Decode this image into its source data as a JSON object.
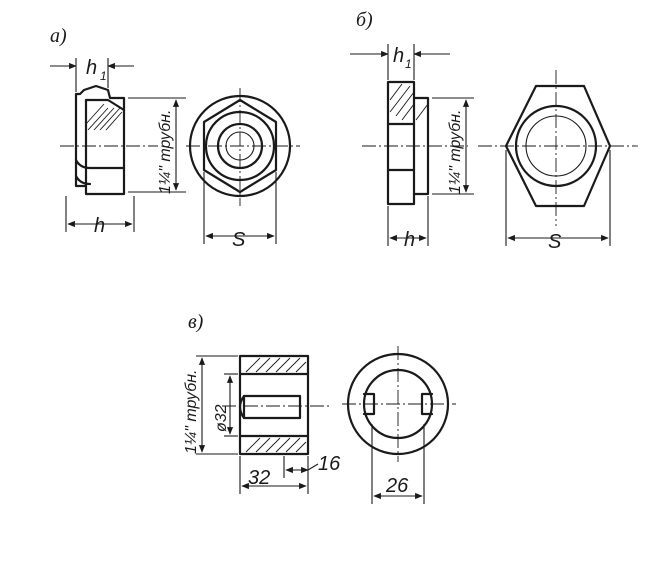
{
  "labels": {
    "a": "а)",
    "b": "б)",
    "v": "в)"
  },
  "dimensions": {
    "a_h1": "h",
    "a_h1_sub": "1",
    "a_h": "h",
    "a_pipe": "1¼\" трубн.",
    "a_s": "S",
    "b_h1": "h",
    "b_h1_sub": "1",
    "b_h": "h",
    "b_pipe": "1¼\" трубн.",
    "b_s": "S",
    "v_pipe": "1¼\" трубн.",
    "v_d32": "ø32",
    "v_32": "32",
    "v_16": "16",
    "v_26": "26"
  }
}
